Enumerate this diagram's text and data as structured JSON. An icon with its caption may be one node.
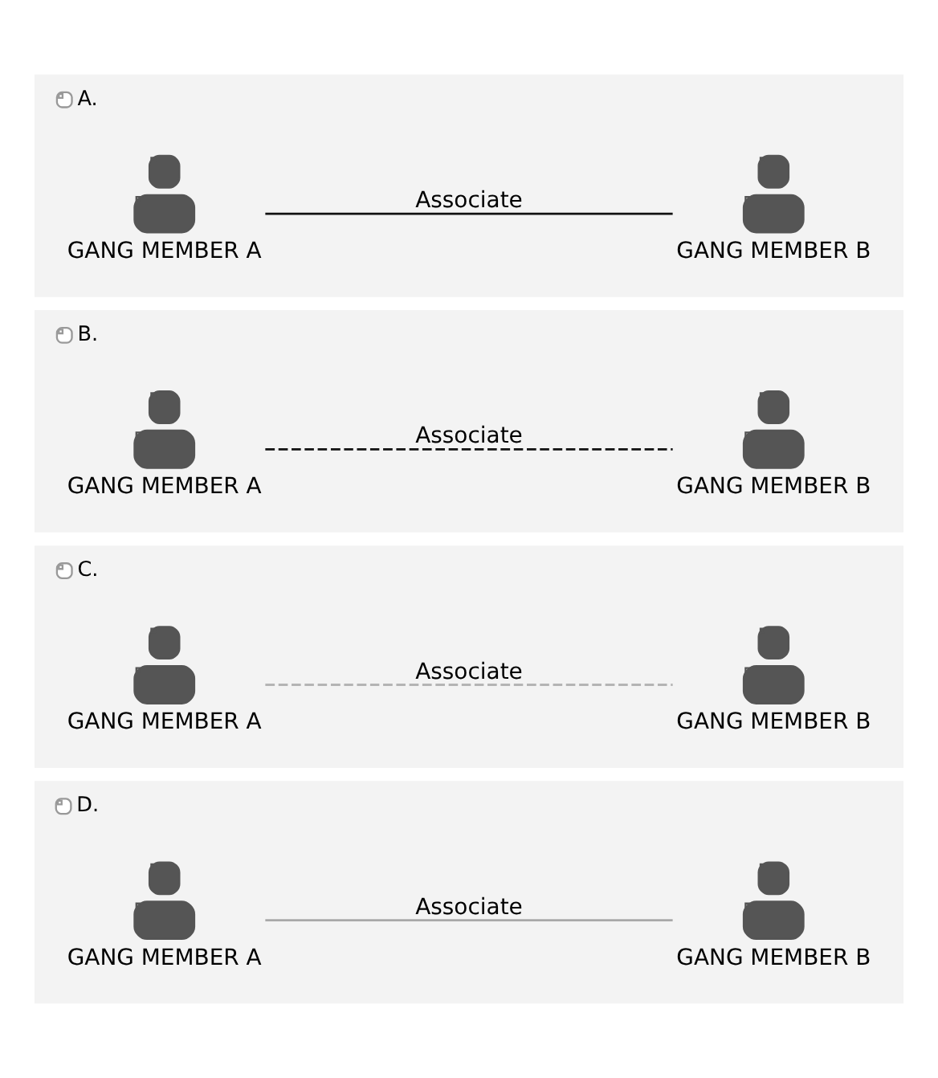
{
  "diagram": {
    "nodes": [
      {
        "text": [
          "A."
        ]
      },
      {
        "text": [],
        "shape": "person",
        "beside": [
          "GANG MEMBER A"
        ],
        "in": 0
      },
      {
        "text": [],
        "shape": "person",
        "beside": [
          "GANG MEMBER B"
        ],
        "in": 0
      },
      {
        "text": [
          "B."
        ]
      },
      {
        "text": [],
        "shape": "person",
        "beside": [
          "GANG MEMBER A"
        ],
        "in": 3
      },
      {
        "text": [],
        "shape": "person",
        "beside": [
          "GANG MEMBER B"
        ],
        "in": 3
      },
      {
        "text": [
          "C."
        ]
      },
      {
        "text": [],
        "shape": "person",
        "beside": [
          "GANG MEMBER A"
        ],
        "in": 6
      },
      {
        "text": [],
        "shape": "person",
        "beside": [
          "GANG MEMBER B"
        ],
        "in": 6
      },
      {
        "text": [
          "D."
        ]
      },
      {
        "text": [],
        "shape": "person",
        "beside": [
          "GANG MEMBER A"
        ],
        "in": 9
      },
      {
        "text": [],
        "shape": "person",
        "beside": [
          "GANG MEMBER B"
        ],
        "in": 9
      }
    ],
    "edges": [
      {
        "from": 1,
        "to": 2,
        "arrow": "none",
        "label": "Associate"
      },
      {
        "from": 4,
        "to": 5,
        "arrow": "none",
        "label": "Associate",
        "style": "dashed"
      },
      {
        "from": 7,
        "to": 8,
        "arrow": "none",
        "label": "Associate",
        "style": "dashed",
        "color": "#b4b4b4"
      },
      {
        "from": 10,
        "to": 11,
        "arrow": "none",
        "label": "Associate",
        "color": "#a8a8a8"
      }
    ]
  }
}
